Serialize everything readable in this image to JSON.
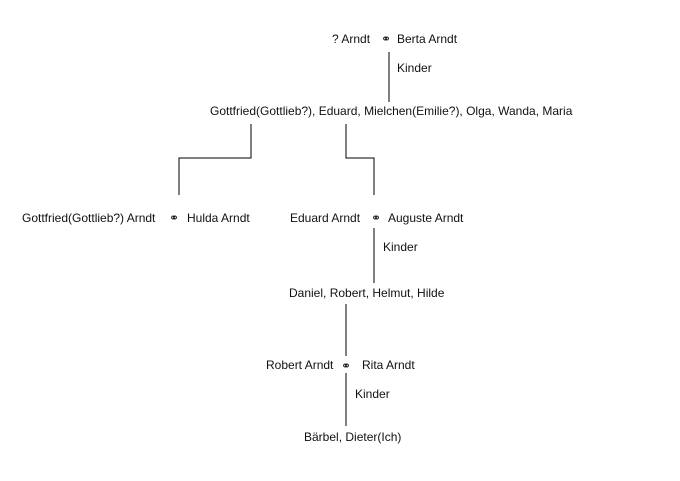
{
  "marriage_symbol": "⚭",
  "gen1": {
    "partner1": "? Arndt",
    "partner2": "Berta Arndt",
    "children_label": "Kinder"
  },
  "gen2": {
    "children": "Gottfried(Gottlieb?), Eduard, Mielchen(Emilie?), Olga, Wanda, Maria"
  },
  "couple_left": {
    "partner1": "Gottfried(Gottlieb?) Arndt",
    "partner2": "Hulda Arndt"
  },
  "couple_right": {
    "partner1": "Eduard Arndt",
    "partner2": "Auguste Arndt",
    "children_label": "Kinder"
  },
  "gen4": {
    "children": "Daniel, Robert, Helmut, Hilde"
  },
  "couple_bottom": {
    "partner1": "Robert Arndt",
    "partner2": "Rita Arndt",
    "children_label": "Kinder"
  },
  "gen6": {
    "children": "Bärbel, Dieter(Ich)"
  }
}
